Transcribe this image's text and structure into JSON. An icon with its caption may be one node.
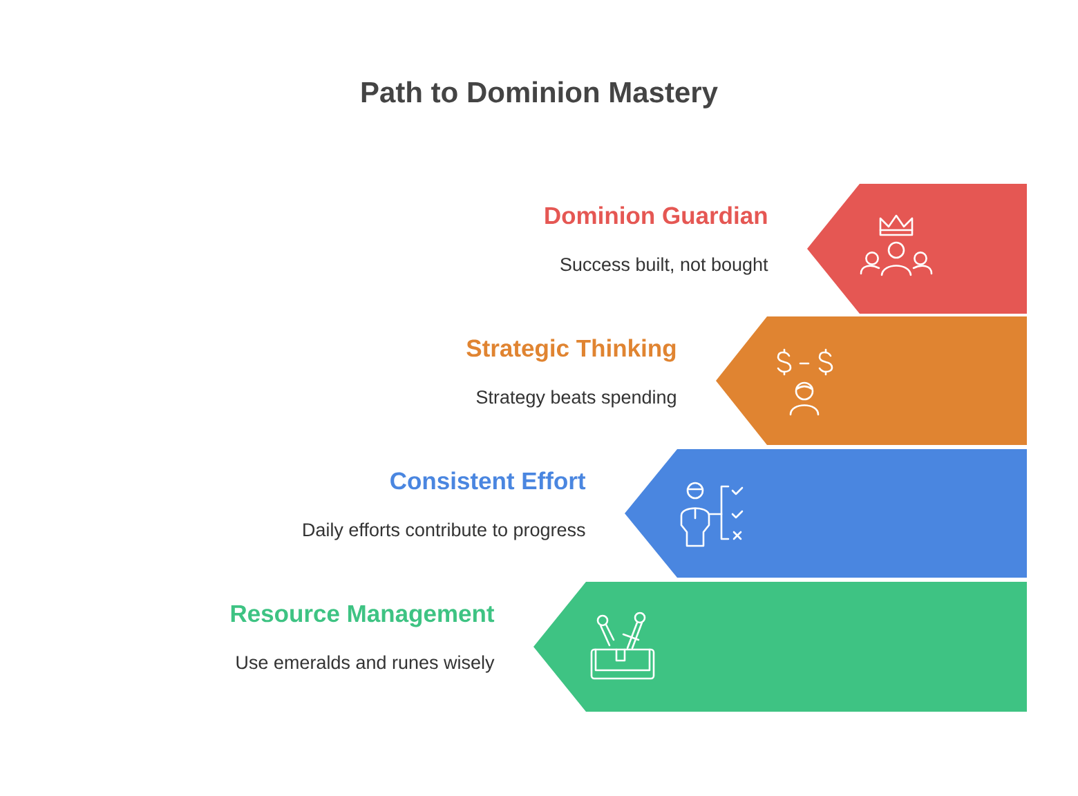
{
  "diagram": {
    "title": "Path to Dominion Mastery",
    "nodes": [
      {
        "text": [],
        "shape": "chevron",
        "beside": [
          "Dominion Guardian",
          "Success built, not bought"
        ]
      },
      {
        "text": [],
        "shape": "chevron",
        "beside": [
          "Strategic Thinking",
          "Strategy beats spending"
        ]
      },
      {
        "text": [],
        "shape": "chevron",
        "beside": [
          "Consistent Effort",
          "Daily efforts contribute to progress"
        ]
      },
      {
        "text": [],
        "shape": "chevron",
        "beside": [
          "Resource Management",
          "Use emeralds and runes wisely"
        ]
      }
    ]
  }
}
